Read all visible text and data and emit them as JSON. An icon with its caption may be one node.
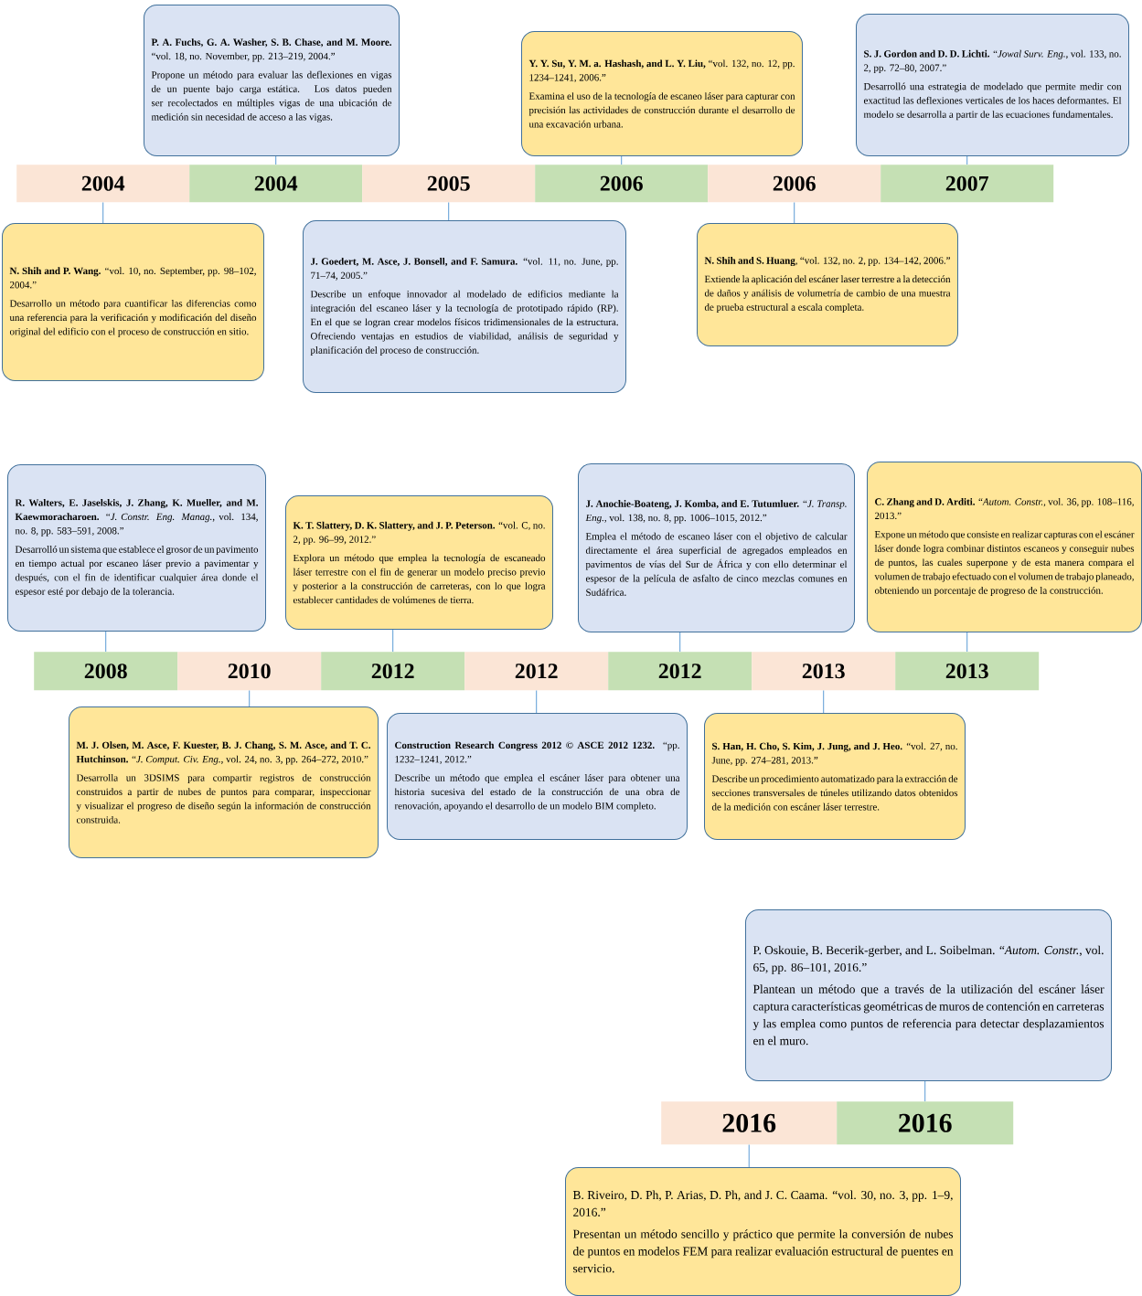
{
  "diagram": {
    "nodes": [
      {
        "text": [
          "**P. A. Fuchs, G. A. Washer, S. B. Chase, and M. Moore.** “vol. 18, no. November, pp. 213–219, 2004.”",
          "Propone un método para evaluar las deflexiones en vigas de un puente bajo carga estática. Los datos pueden ser recolectados en múltiples vigas de una ubicación de medición sin necesidad de acceso a las vigas."
        ]
      },
      {
        "text": [
          "**Y. Y. Su, Y. M. a. Hashash, and L. Y. Liu,** “vol. 132, no. 12, pp. 1234–1241, 2006.”",
          "Examina el uso de la tecnología de escaneo láser para capturar con precisión las actividades de construcción durante el desarrollo de una excavación urbana."
        ]
      },
      {
        "text": [
          "**S. J. Gordon and D. D. Lichti.** “*Jowal Surv. Eng.*, vol. 133, no. 2, pp. 72–80, 2007.”",
          "Desarrolló una estrategia de modelado que permite medir con exactitud las deflexiones verticales de los haces deformantes. El modelo se desarrolla a partir de las ecuaciones fundamentales."
        ]
      },
      {
        "text": [
          "2004"
        ]
      },
      {
        "text": [
          "2004"
        ]
      },
      {
        "text": [
          "2005"
        ]
      },
      {
        "text": [
          "2006"
        ]
      },
      {
        "text": [
          "2006"
        ]
      },
      {
        "text": [
          "2007"
        ]
      },
      {
        "text": [
          "**N. Shih and P. Wang.** “vol. 10, no. September, pp. 98–102, 2004.”",
          "Desarrollo un método para cuantificar las diferencias como una referencia para la verificación y modificación del diseño original del edificio con el proceso de construcción en sitio."
        ]
      },
      {
        "text": [
          "**J. Goedert, M. Asce, J. Bonsell, and F. Samura.** “vol. 11, no. June, pp. 71–74, 2005.”",
          "Describe un enfoque innovador al modelado de edificios mediante la integración del escaneo láser y la tecnología de prototipado rápido (RP). En el que se logran crear modelos físicos tridimensionales de la estructura. Ofreciendo ventajas en estudios de viabilidad, análisis de seguridad y planificación del proceso de construcción."
        ]
      },
      {
        "text": [
          "**N. Shih and S. Huang**, “vol. 132, no. 2, pp. 134–142, 2006.”",
          "Extiende la aplicación del escáner laser terrestre a la detección de daños y análisis de volumetría de cambio de una muestra de prueba estructural a escala completa."
        ]
      },
      {
        "text": [
          "**R. Walters, E. Jaselskis, J. Zhang, K. Mueller, and M. Kaewmoracharoen.** “*J. Constr. Eng. Manag.*, vol. 134, no. 8, pp. 583–591, 2008.”",
          "Desarrolló un sistema que establece el grosor de un pavimento en tiempo actual por escaneo láser previo a pavimentar y después, con el fin de identificar cualquier área donde el espesor esté por debajo de la tolerancia."
        ]
      },
      {
        "text": [
          "**K. T. Slattery, D. K. Slattery, and J. P. Peterson.** “vol. C, no. 2, pp. 96–99, 2012.”",
          "Explora un método que emplea la tecnología de escaneado láser terrestre con el fin de generar un modelo preciso previo y posterior a la construcción de carreteras, con lo que logra establecer cantidades de volúmenes de tierra."
        ]
      },
      {
        "text": [
          "**J. Anochie-Boateng, J. Komba, and E. Tutumluer.** “*J. Transp. Eng.*, vol. 138, no. 8, pp. 1006–1015, 2012.”",
          "Emplea el método de escaneo láser con el objetivo de calcular directamente el área superficial de agregados empleados en pavimentos de vías del Sur de África y con ello determinar el espesor de la película de asfalto de cinco mezclas comunes en Sudáfrica."
        ]
      },
      {
        "text": [
          "**C. Zhang and D. Arditi.** “*Autom. Constr.*, vol. 36, pp. 108–116, 2013.”",
          "Expone un método que consiste en realizar capturas con el escáner láser donde logra combinar distintos escaneos y conseguir nubes de puntos, las cuales superpone y de esta manera compara el volumen de trabajo efectuado con el volumen de trabajo planeado, obteniendo un porcentaje de progreso de la construcción."
        ]
      },
      {
        "text": [
          "2008"
        ]
      },
      {
        "text": [
          "2010"
        ]
      },
      {
        "text": [
          "2012"
        ]
      },
      {
        "text": [
          "2012"
        ]
      },
      {
        "text": [
          "2012"
        ]
      },
      {
        "text": [
          "2013"
        ]
      },
      {
        "text": [
          "2013"
        ]
      },
      {
        "text": [
          "**M. J. Olsen, M. Asce, F. Kuester, B. J. Chang, S. M. Asce, and T. C. Hutchinson.** “*J. Comput. Civ. Eng.*, vol. 24, no. 3, pp. 264–272, 2010.”",
          "Desarrolla un 3DSIMS para compartir registros de construcción construidos a partir de nubes de puntos para comparar, inspeccionar y visualizar el progreso de diseño según la información de construcción construida."
        ]
      },
      {
        "text": [
          "**Construction Research Congress 2012 © ASCE 2012 1232.** “pp. 1232–1241, 2012.”",
          "Describe un método que emplea el escáner láser para obtener una historia sucesiva del estado de la construcción de una obra de renovación, apoyando el desarrollo de un modelo BIM completo."
        ]
      },
      {
        "text": [
          "**S. Han, H. Cho, S. Kim, J. Jung, and J. Heo.** “vol. 27, no. June, pp. 274–281, 2013.”",
          "Describe un procedimiento automatizado para la extracción de secciones transversales de túneles utilizando datos obtenidos de la medición con escáner láser terrestre."
        ]
      },
      {
        "text": [
          "P. Oskouie, B. Becerik-gerber, and L. Soibelman. “*Autom. Constr.*, vol. 65, pp. 86–101, 2016.”",
          "Plantean un método que a través de la utilización del escáner láser captura características geométricas de muros de contención en carreteras y las emplea como puntos de referencia para detectar desplazamientos en el muro."
        ]
      },
      {
        "text": [
          "2016"
        ]
      },
      {
        "text": [
          "2016"
        ]
      },
      {
        "text": [
          "B. Riveiro, D. Ph, P. Arias, D. Ph, and J. C. Caama. “vol. 30, no. 3, pp. 1–9, 2016.”",
          "Presentan un método sencillo y práctico que permite la conversión de nubes de puntos en modelos FEM para realizar evaluación estructural de puentes en servicio."
        ]
      }
    ],
    "edges": [
      {
        "from": 4,
        "to": 0,
        "arrow": "none"
      },
      {
        "from": 6,
        "to": 1,
        "arrow": "none"
      },
      {
        "from": 8,
        "to": 2,
        "arrow": "none"
      },
      {
        "from": 3,
        "to": 9,
        "arrow": "none"
      },
      {
        "from": 5,
        "to": 10,
        "arrow": "none"
      },
      {
        "from": 7,
        "to": 11,
        "arrow": "none"
      },
      {
        "from": 16,
        "to": 12,
        "arrow": "none"
      },
      {
        "from": 18,
        "to": 13,
        "arrow": "none"
      },
      {
        "from": 20,
        "to": 14,
        "arrow": "none"
      },
      {
        "from": 22,
        "to": 15,
        "arrow": "none"
      },
      {
        "from": 17,
        "to": 23,
        "arrow": "none"
      },
      {
        "from": 19,
        "to": 24,
        "arrow": "none"
      },
      {
        "from": 21,
        "to": 25,
        "arrow": "none"
      },
      {
        "from": 28,
        "to": 26,
        "arrow": "none"
      },
      {
        "from": 27,
        "to": 29,
        "arrow": "none"
      }
    ]
  }
}
